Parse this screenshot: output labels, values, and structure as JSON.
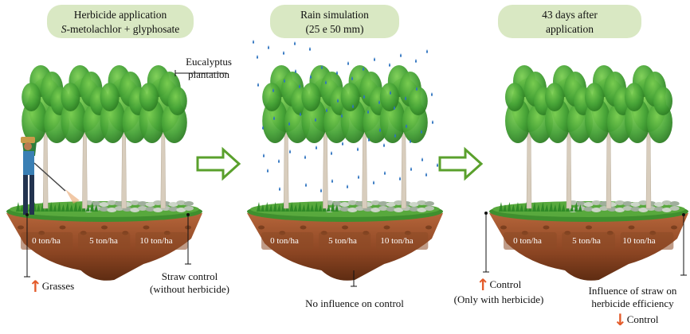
{
  "panels": [
    {
      "title_line1": "Herbicide application",
      "title_line2_italic": "S",
      "title_line2_rest": "-metolachlor + glyphosate",
      "cells": [
        "0 ton/ha",
        "5 ton/ha",
        "10 ton/ha"
      ]
    },
    {
      "title_line1": "Rain simulation",
      "title_line2": "(25 e 50 mm)",
      "cells": [
        "0 ton/ha",
        "5 ton/ha",
        "10 ton/ha"
      ]
    },
    {
      "title_line1": "43 days after",
      "title_line2": "application",
      "cells": [
        "0 ton/ha",
        "5 ton/ha",
        "10 ton/ha"
      ]
    }
  ],
  "annotations": {
    "eucalyptus_line1": "Eucalyptus",
    "eucalyptus_line2": "plantation",
    "grasses": "Grasses",
    "straw_control_line1": "Straw control",
    "straw_control_line2": "(without herbicide)",
    "no_influence": "No influence on control",
    "control_with_herbicide_line1": "Control",
    "control_with_herbicide_line2": "(Only with herbicide)",
    "influence_straw_line1": "Influence of straw on",
    "influence_straw_line2": "herbicide efficiency",
    "control_down": "Control"
  },
  "colors": {
    "pill": "#d9e8c3",
    "soil_top": "#a0522d",
    "soil_dark": "#7a3a1c",
    "grass": "#3f8f2e",
    "leaf": "#4caf3a",
    "leaf_dark": "#2e7d22",
    "trunk": "#d8cdbd",
    "rain": "#2f74c0",
    "arrow_green": "#5aa02c",
    "arrow_red": "#e35b2a"
  }
}
